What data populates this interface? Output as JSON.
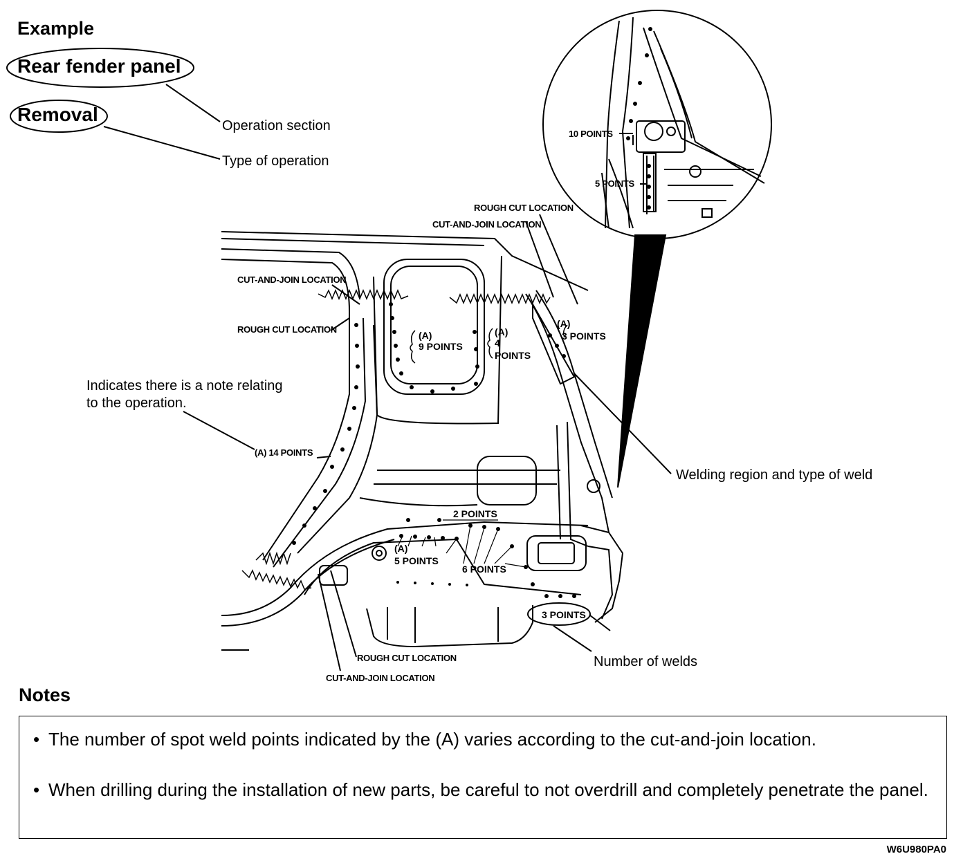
{
  "example": {
    "heading": "Example",
    "section_title": "Rear fender panel",
    "operation_type": "Removal"
  },
  "callouts": {
    "operation_section": "Operation section",
    "type_of_operation": "Type of operation",
    "note_indicator_line1": "Indicates there is a note relating",
    "note_indicator_line2": "to the operation.",
    "welding_region": "Welding region and type of weld",
    "number_of_welds": "Number of welds"
  },
  "diagram_labels": {
    "rough_cut_top": "ROUGH CUT LOCATION",
    "cut_join_top": "CUT-AND-JOIN LOCATION",
    "cut_join_left": "CUT-AND-JOIN LOCATION",
    "rough_cut_left": "ROUGH CUT LOCATION",
    "a_9_points_a": "(A)",
    "a_9_points_b": "9 POINTS",
    "a_4_points_a": "(A)",
    "a_4_points_b": "4",
    "a_4_points_c": "POINTS",
    "a_3_points_a": "(A)",
    "a_3_points_b": "3 POINTS",
    "a_14_points": "(A) 14 POINTS",
    "two_points": "2 POINTS",
    "a_5_points_a": "(A)",
    "a_5_points_b": "5 POINTS",
    "six_points": "6 POINTS",
    "three_points_bottom": "3 POINTS",
    "rough_cut_bottom": "ROUGH CUT LOCATION",
    "cut_join_bottom": "CUT-AND-JOIN LOCATION",
    "ten_points": "10 POINTS",
    "five_points_detail": "5 POINTS"
  },
  "notes": {
    "heading": "Notes",
    "items": [
      "The number of spot weld points indicated by the (A) varies according to the cut-and-join location.",
      "When drilling during the installation of new parts, be careful to not overdrill and completely penetrate the panel."
    ]
  },
  "figure_code": "W6U980PA0"
}
